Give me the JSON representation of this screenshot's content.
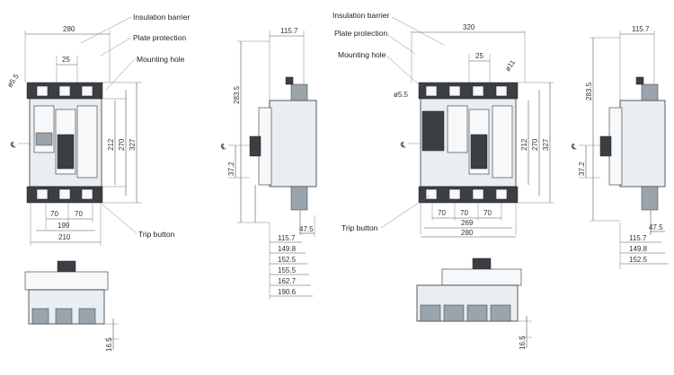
{
  "left_drawing": {
    "callouts": {
      "insulation_barrier": "Insulation barrier",
      "plate_protection": "Plate protection",
      "mounting_hole": "Mounting hole",
      "trip_button": "Trip button",
      "hole_dia": "ø5.5"
    },
    "dims": {
      "top_width": "280",
      "pole_pitch_top": "25",
      "h212": "212",
      "h270": "270",
      "h327": "327",
      "pitch_a": "70",
      "pitch_b": "70",
      "w199": "199",
      "w210": "210",
      "bottom_16_5": "16.5"
    }
  },
  "left_side": {
    "dims": {
      "depth_top": "115.7",
      "height_283_5": "283.5",
      "center_37_2": "37.2",
      "d47_5": "47.5",
      "d115_7": "115.7",
      "d149_8": "149.8",
      "d152_5": "152.5",
      "d155_5": "155.5",
      "d162_7": "162.7",
      "d190_6": "190.6"
    }
  },
  "right_drawing": {
    "callouts": {
      "insulation_barrier": "Insulation barrier",
      "plate_protection": "Plate protection",
      "mounting_hole": "Mounting hole",
      "trip_button": "Trip button",
      "hole_dia": "ø5.5",
      "hole_dia2": "ø11"
    },
    "dims": {
      "top_width": "320",
      "pole_pitch_top": "25",
      "h212": "212",
      "h270": "270",
      "h327": "327",
      "pitch_a": "70",
      "pitch_b": "70",
      "pitch_c": "70",
      "w269": "269",
      "w280": "280",
      "bottom_16_5": "16.5"
    }
  },
  "right_side": {
    "dims": {
      "depth_top": "115.7",
      "height_283_5": "283.5",
      "center_37_2": "37.2",
      "d47_5": "47.5",
      "d115_7": "115.7",
      "d149_8": "149.8",
      "d152_5": "152.5"
    }
  },
  "symbols": {
    "centerline": "℄"
  }
}
